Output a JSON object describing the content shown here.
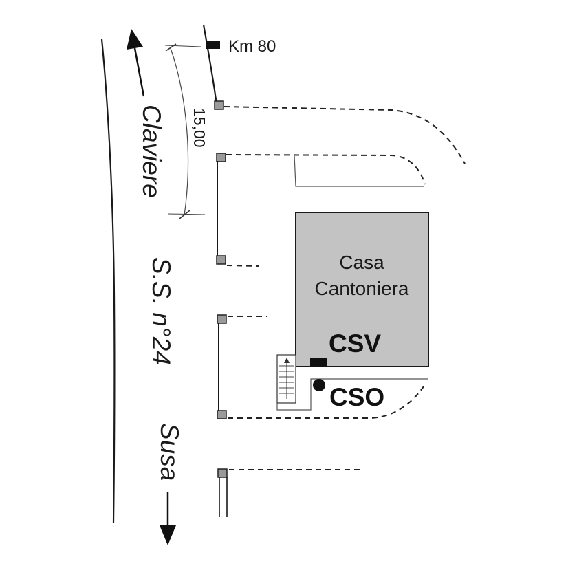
{
  "marker": {
    "label": "Km 80"
  },
  "dimension": {
    "label": "15,00"
  },
  "road": {
    "direction_north": "Claviere",
    "name": "S.S. n°24",
    "direction_south": "Susa"
  },
  "building": {
    "line1": "Casa",
    "line2": "Cantoniera",
    "color": "#c3c3c3"
  },
  "stations": {
    "csv": "CSV",
    "cso": "CSO"
  }
}
